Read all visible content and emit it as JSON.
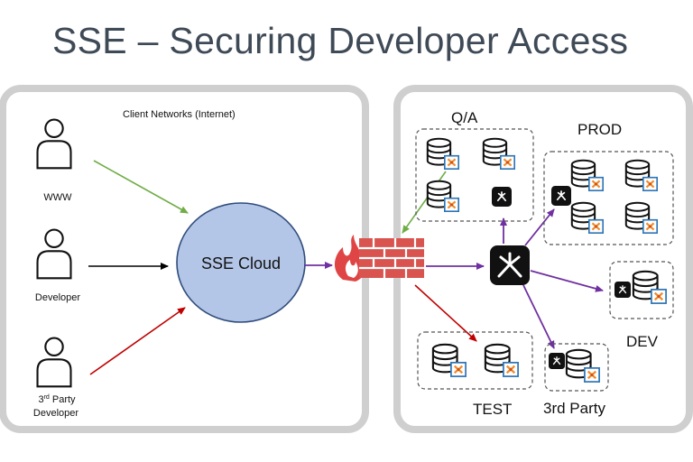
{
  "title": "SSE – Securing Developer Access",
  "left_panel": {
    "caption": "Client Networks (Internet)",
    "users": [
      {
        "label": "WWW"
      },
      {
        "label": "Developer"
      },
      {
        "label_sup_base": "3",
        "label_sup": "rd",
        "label_rest": " Party",
        "label_line2": "Developer"
      }
    ],
    "cloud_label": "SSE Cloud"
  },
  "right_panel": {
    "groups": {
      "qa": "Q/A",
      "prod": "PROD",
      "dev": "DEV",
      "test": "TEST",
      "third_party": "3rd Party"
    }
  },
  "colors": {
    "panel_border": "#cfcfcf",
    "cloud_fill": "#b4c6e7",
    "cloud_stroke": "#2f4c7c",
    "arrow_green": "#70ad47",
    "arrow_red": "#c00000",
    "arrow_black": "#000000",
    "arrow_purple": "#7030a0",
    "firewall_red": "#d9534f",
    "title": "#3f4a57"
  },
  "icons": {
    "user": "user-icon",
    "firewall": "firewall-icon",
    "gateway": "gateway-icon",
    "database": "database-icon",
    "connector": "connector-icon"
  }
}
